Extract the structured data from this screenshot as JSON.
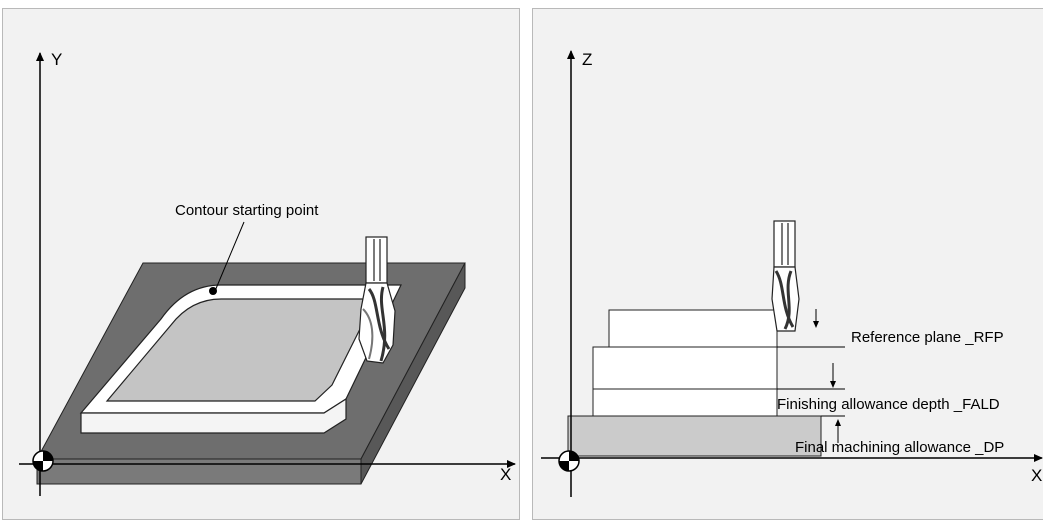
{
  "left_panel": {
    "axis_y": "Y",
    "axis_x": "X",
    "annotation": "Contour starting point"
  },
  "right_panel": {
    "axis_z": "Z",
    "axis_x": "X",
    "labels": {
      "reference_plane": "Reference plane _RFP",
      "finishing_allowance": "Finishing allowance depth _FALD",
      "final_allowance": "Final machining allowance _DP"
    }
  },
  "colors": {
    "panel_bg": "#f2f2f2",
    "base_plate": "#6e6e6e",
    "plate_side": "#5a5a5a",
    "inner_floor": "#c4c4c4",
    "tool_dark": "#444444"
  }
}
